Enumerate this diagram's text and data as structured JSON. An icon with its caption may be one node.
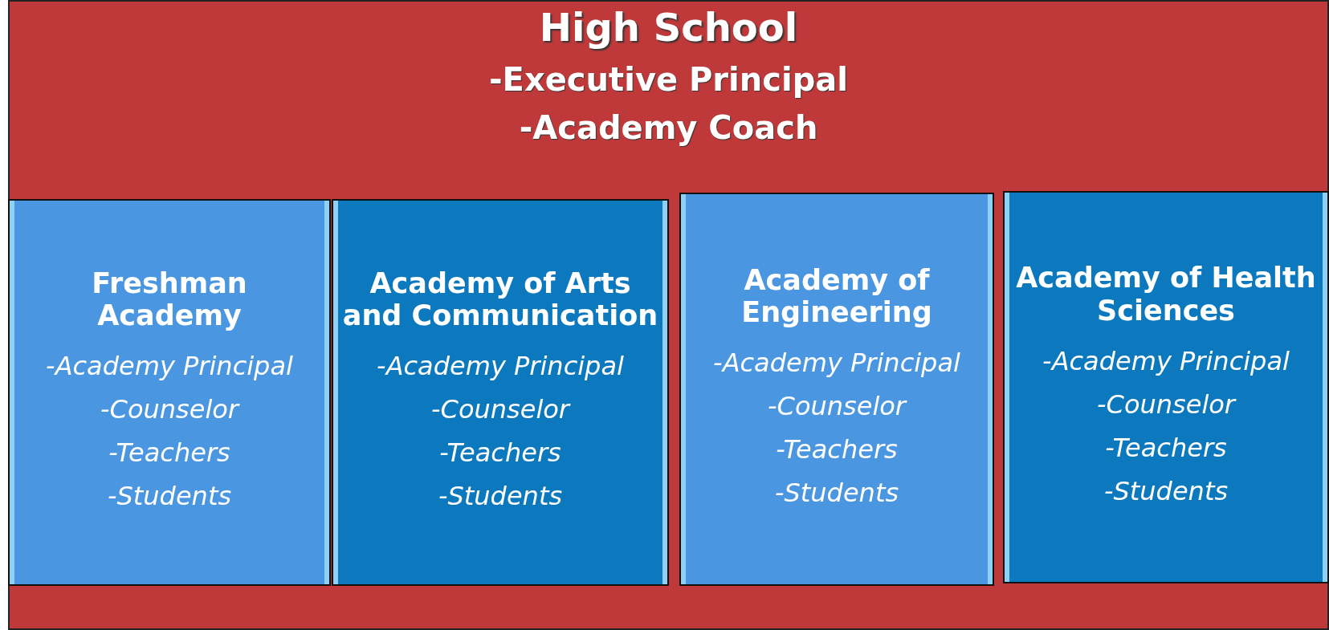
{
  "diagram": {
    "nodes": [
      {
        "text": [
          "High School",
          "-Executive Principal",
          "-Academy Coach"
        ]
      },
      {
        "text": [
          "Freshman Academy",
          "-Academy Principal",
          "-Counselor",
          "-Teachers",
          "-Students"
        ],
        "in": 0
      },
      {
        "text": [
          "Academy of Arts and Communication",
          "-Academy Principal",
          "-Counselor",
          "-Teachers",
          "-Students"
        ],
        "in": 0
      },
      {
        "text": [
          "Academy of Engineering",
          "-Academy Principal",
          "-Counselor",
          "-Teachers",
          "-Students"
        ],
        "in": 0
      },
      {
        "text": [
          "Academy of Health Sciences",
          "-Academy Principal",
          "-Counselor",
          "-Teachers",
          "-Students"
        ],
        "in": 0
      }
    ]
  }
}
